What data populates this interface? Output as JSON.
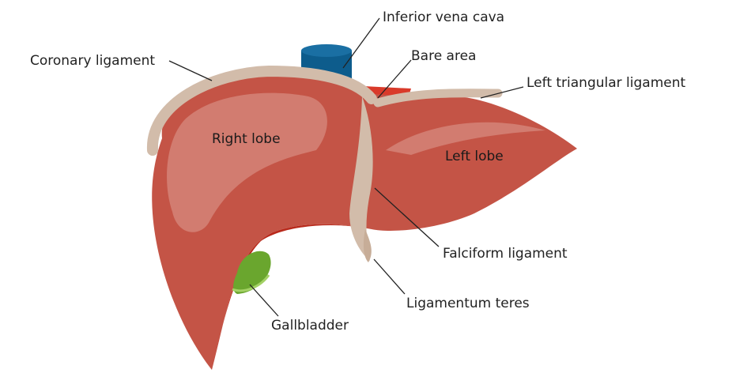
{
  "labels": {
    "inferior_vena_cava": "Inferior vena cava",
    "coronary_ligament": "Coronary ligament",
    "bare_area": "Bare area",
    "left_triangular_ligament": "Left triangular ligament",
    "right_lobe": "Right lobe",
    "left_lobe": "Left lobe",
    "falciform_ligament": "Falciform ligament",
    "ligamentum_teres": "Ligamentum teres",
    "gallbladder": "Gallbladder"
  },
  "colors": {
    "liver": "#c45446",
    "liver_highlight": "#d27c70",
    "ligament": "#d2bcaa",
    "vena_cava": "#0d5c8c",
    "bare_area": "#d93a2a",
    "gallbladder": "#6aa62e",
    "inferior_edge": "#b82a1c"
  }
}
